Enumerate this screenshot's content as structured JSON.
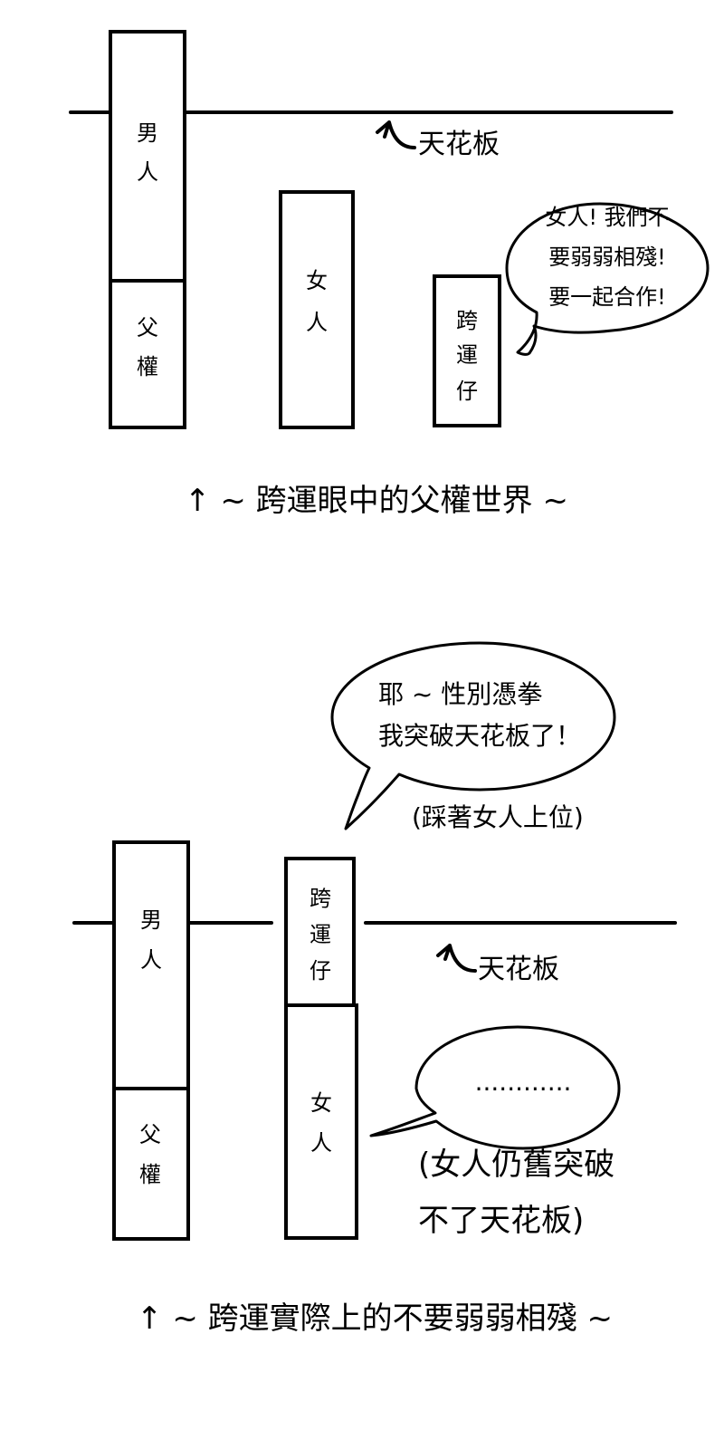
{
  "panel_top": {
    "ceiling_label": "天花板",
    "boxes": {
      "man": {
        "line1": "男",
        "line2": "人"
      },
      "patriarchy": {
        "line1": "父",
        "line2": "權"
      },
      "woman": {
        "line1": "女",
        "line2": "人"
      },
      "kuayun": {
        "line1": "跨",
        "line2": "運",
        "line3": "仔"
      }
    },
    "speech": {
      "line1": "女人! 我們不",
      "line2": "要弱弱相殘!",
      "line3": "要一起合作!"
    },
    "caption": "↑ ~ 跨運眼中的父權世界 ~"
  },
  "panel_bottom": {
    "speech": {
      "line1": "耶 ~ 性別憑拳",
      "line2": "我突破天花板了！"
    },
    "speech_note": "(踩著女人上位)",
    "ceiling_label": "天花板",
    "boxes": {
      "man": {
        "line1": "男",
        "line2": "人"
      },
      "patriarchy": {
        "line1": "父",
        "line2": "權"
      },
      "kuayun": {
        "line1": "跨",
        "line2": "運",
        "line3": "仔"
      },
      "woman": {
        "line1": "女",
        "line2": "人"
      }
    },
    "woman_speech": "............",
    "note": {
      "line1": "(女人仍舊突破",
      "line2": "不了天花板)"
    },
    "caption": "↑ ~ 跨運實際上的不要弱弱相殘 ~"
  }
}
